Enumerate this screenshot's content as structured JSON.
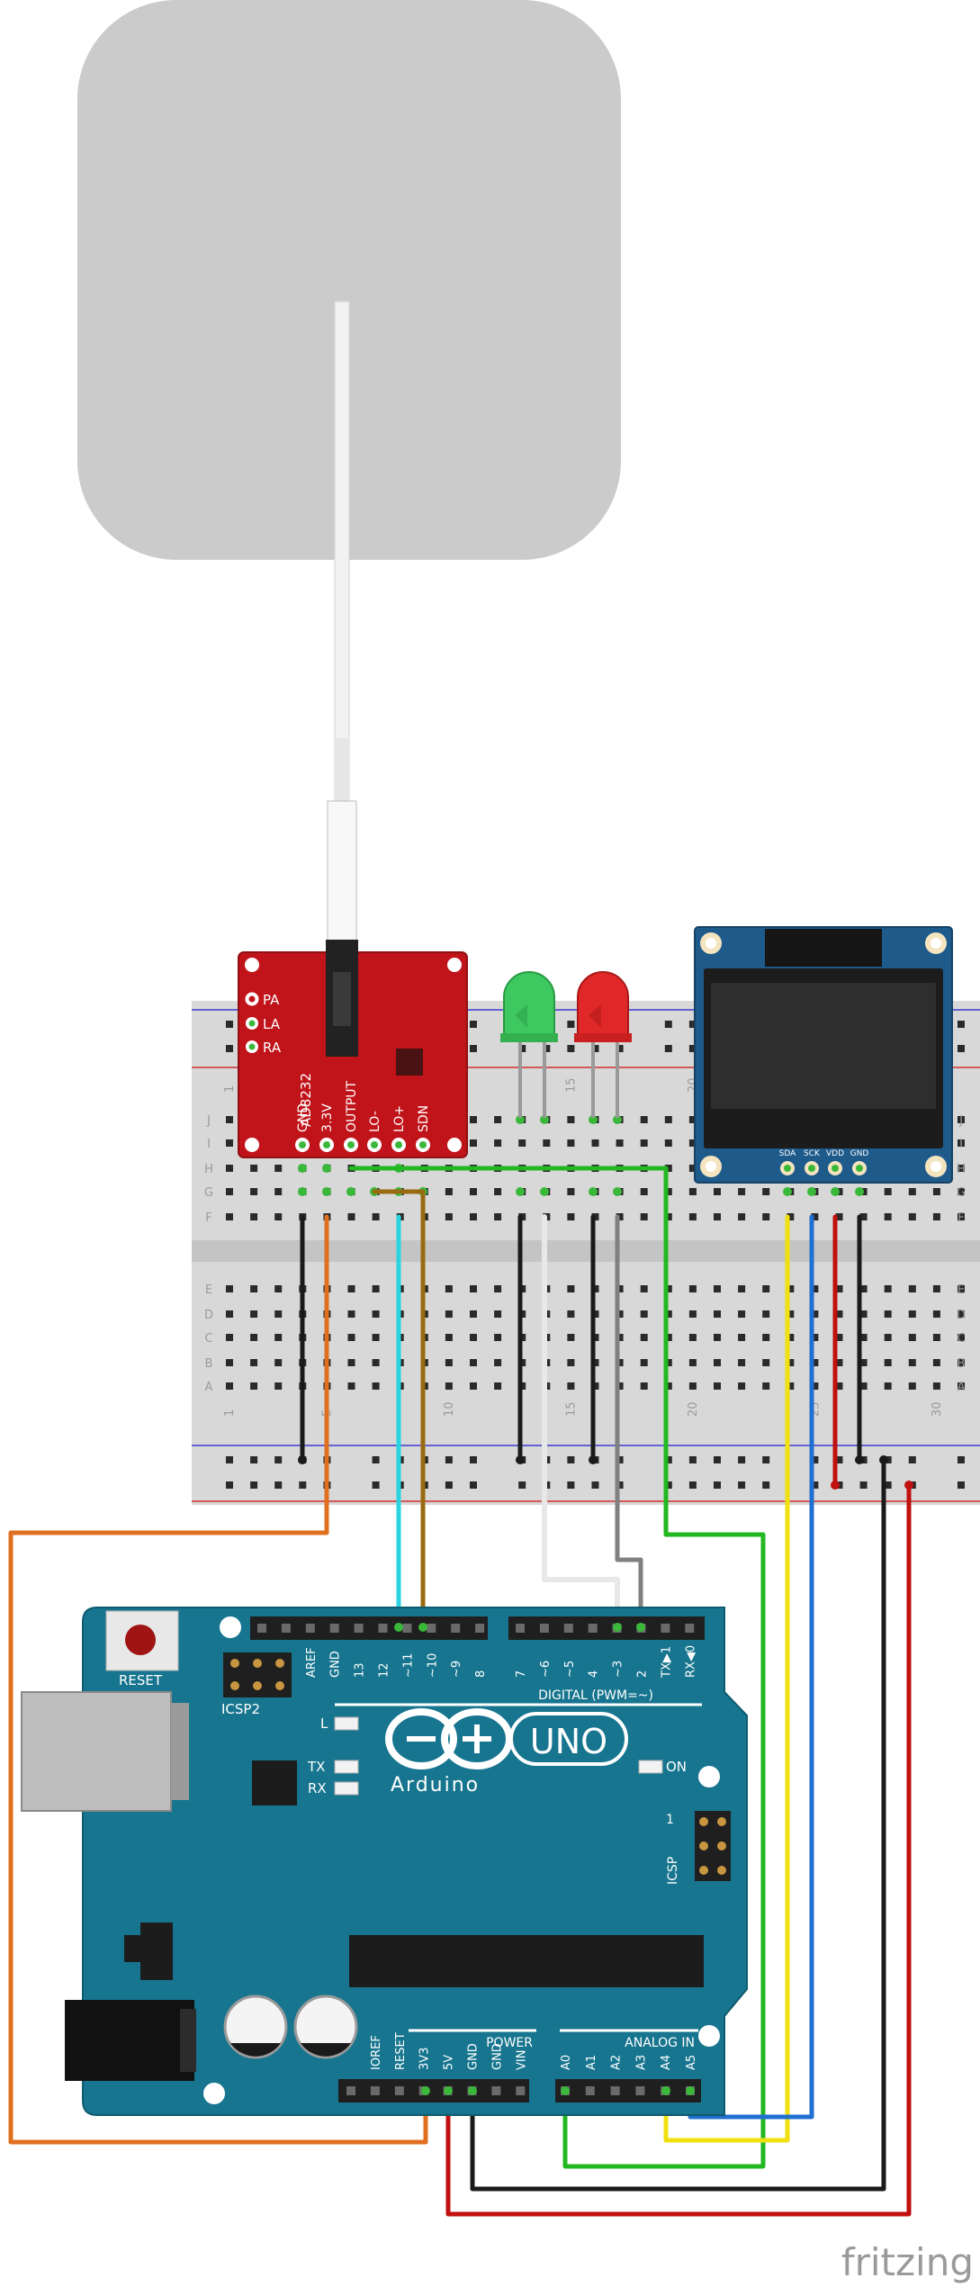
{
  "sensor": {
    "name": "AD8232",
    "electrode_labels": [
      "PA",
      "LA",
      "RA"
    ],
    "pin_labels": [
      "GND",
      "3.3V",
      "OUTPUT",
      "LO-",
      "LO+",
      "SDN"
    ]
  },
  "oled": {
    "pin_labels": [
      "GND",
      "VDD",
      "SCK",
      "SDA"
    ]
  },
  "breadboard": {
    "row_letters_top": [
      "J",
      "I",
      "H",
      "G",
      "F"
    ],
    "row_letters_bottom": [
      "E",
      "D",
      "C",
      "B",
      "A"
    ],
    "column_numbers": [
      "1",
      "5",
      "10",
      "15",
      "20",
      "25",
      "30"
    ]
  },
  "arduino": {
    "reset_label": "RESET",
    "icsp2_label": "ICSP2",
    "icsp_label": "ICSP",
    "icsp_pin_number": "1",
    "led_l_label": "L",
    "tx_label": "TX",
    "rx_label": "RX",
    "on_label": "ON",
    "uno_label": "UNO",
    "brand_label": "Arduino",
    "digital_label": "DIGITAL (PWM=~)",
    "power_label": "POWER",
    "analog_label": "ANALOG IN",
    "digital_pins": [
      "AREF",
      "GND",
      "13",
      "12",
      "~11",
      "~10",
      "~9",
      "8",
      "7",
      "~6",
      "~5",
      "4",
      "~3",
      "2",
      "TX▶1",
      "RX◀0"
    ],
    "power_pins": [
      "IOREF",
      "RESET",
      "3V3",
      "5V",
      "GND",
      "GND",
      "VIN"
    ],
    "analog_pins": [
      "A0",
      "A1",
      "A2",
      "A3",
      "A4",
      "A5"
    ]
  },
  "footer": {
    "logo_text": "fritzing"
  },
  "colors": {
    "electrode_pad": "#cccccc",
    "sensor_board": "#c0141a",
    "arduino_board": "#17758f",
    "oled_board": "#1e5a8a",
    "wire_orange": "#e07020",
    "wire_cyan": "#2ad4e0",
    "wire_brown": "#9a6a10",
    "wire_green": "#22b822",
    "wire_yellow": "#f0e010",
    "wire_blue": "#2070d0",
    "wire_red": "#c01010",
    "wire_black": "#1a1a1a",
    "wire_grey": "#808080",
    "wire_white": "#e8e8e8",
    "led_green": "#3ec860",
    "led_red": "#e02828"
  }
}
